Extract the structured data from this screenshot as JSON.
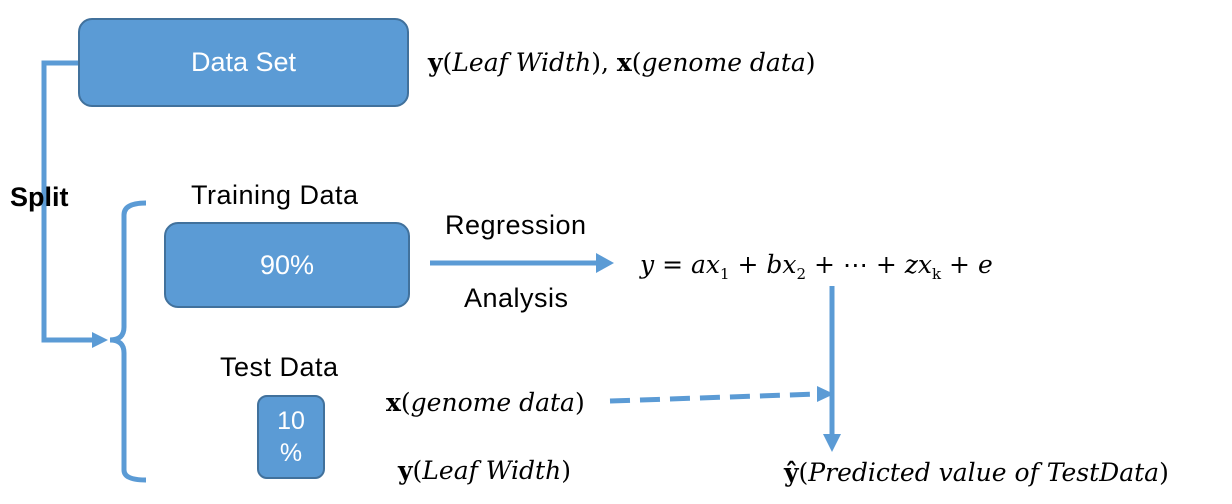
{
  "dataset_box": {
    "label": "Data Set"
  },
  "dataset_formula": {
    "y": "y",
    "y_arg": "Leaf Width",
    "x": "x",
    "x_arg": "genome data"
  },
  "split_label": "Split",
  "training": {
    "title": "Training Data",
    "percent": "90%"
  },
  "test": {
    "title": "Test Data",
    "percent_line1": "10",
    "percent_line2": "%"
  },
  "regression": {
    "line1": "Regression",
    "line2": "Analysis"
  },
  "model_equation": {
    "lhs": "y",
    "eq": " = ",
    "t1_coef": "a",
    "t1_var": "x",
    "t1_sub": "1",
    "plus1": " + ",
    "t2_coef": "b",
    "t2_var": "x",
    "t2_sub": "2",
    "plus2": " + ⋯ + ",
    "tk_coef": "z",
    "tk_var": "x",
    "tk_sub": "k",
    "plus3": " + ",
    "err": "e"
  },
  "test_x": {
    "x": "x",
    "arg": "genome data"
  },
  "test_y": {
    "y": "y",
    "arg": "Leaf Width"
  },
  "prediction": {
    "yhat": "ŷ",
    "arg": "Predicted value of TestData"
  },
  "colors": {
    "box_fill": "#5b9bd5",
    "box_border": "#41719c",
    "connector": "#5b9bd5"
  }
}
